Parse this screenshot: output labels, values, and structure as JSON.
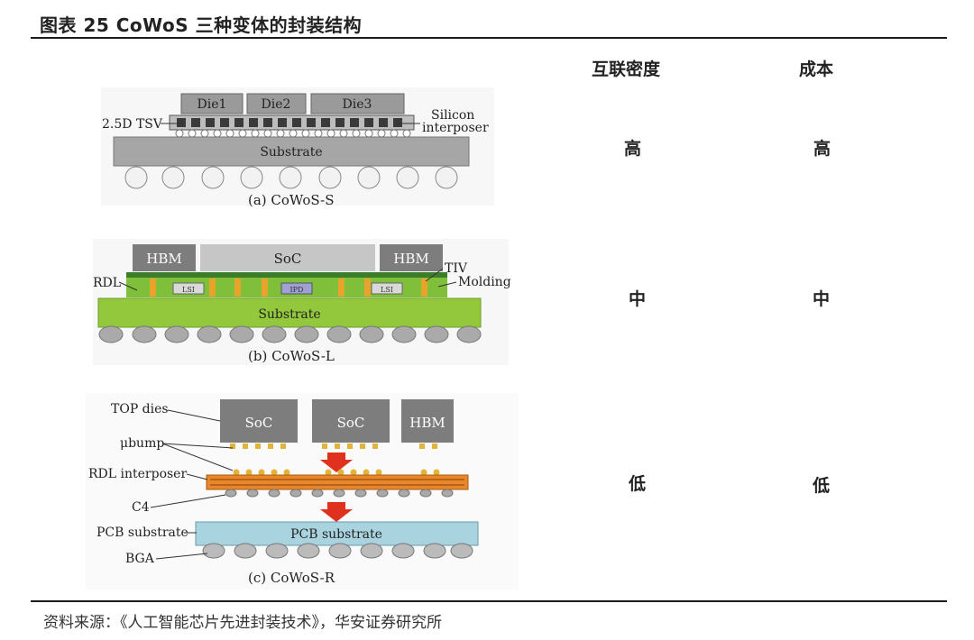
{
  "title": "图表 25 CoWoS 三种变体的封装结构",
  "columns": [
    "互联密度",
    "成本"
  ],
  "rows": [
    {
      "density": "高",
      "cost": "高"
    },
    {
      "density": "中",
      "cost": "中"
    },
    {
      "density": "低",
      "cost": "低"
    }
  ],
  "source": "资料来源：《人工智能芯片先进封装技术》，华安证券研究所",
  "figure_s": {
    "caption": "(a) CoWoS-S",
    "dies": [
      "Die1",
      "Die2",
      "Die3"
    ],
    "tsv_label": "2.5D TSV",
    "interposer_label_1": "Silicon",
    "interposer_label_2": "interposer",
    "substrate_label": "Substrate"
  },
  "figure_l": {
    "caption": "(b) CoWoS-L",
    "hbm_left": "HBM",
    "soc": "SoC",
    "hbm_right": "HBM",
    "rdl_label": "RDL",
    "tiv_label": "TIV",
    "molding_label": "Molding",
    "lsi_left": "LSI",
    "ipd": "IPD",
    "lsi_right": "LSI",
    "substrate_label": "Substrate"
  },
  "figure_r": {
    "caption": "(c) CoWoS-R",
    "top_dies_label": "TOP dies",
    "ubump_label": "μbump",
    "rdl_interposer_label": "RDL interposer",
    "c4_label": "C4",
    "pcb_substrate_label": "PCB substrate",
    "bga_label": "BGA",
    "soc1": "SoC",
    "soc2": "SoC",
    "hbm": "HBM",
    "pcb_box": "PCB substrate"
  },
  "colors": {
    "die_gray": "#8c8c8c",
    "light_gray": "#c8c8c8",
    "substrate_gray": "#a8a8a8",
    "green": "#93c83d",
    "dark_green": "#5aa02c",
    "orange": "#e8862a",
    "pcb_blue": "#a9d4df",
    "arrow_red": "#e0301e",
    "bump_gold": "#e2b43a"
  }
}
